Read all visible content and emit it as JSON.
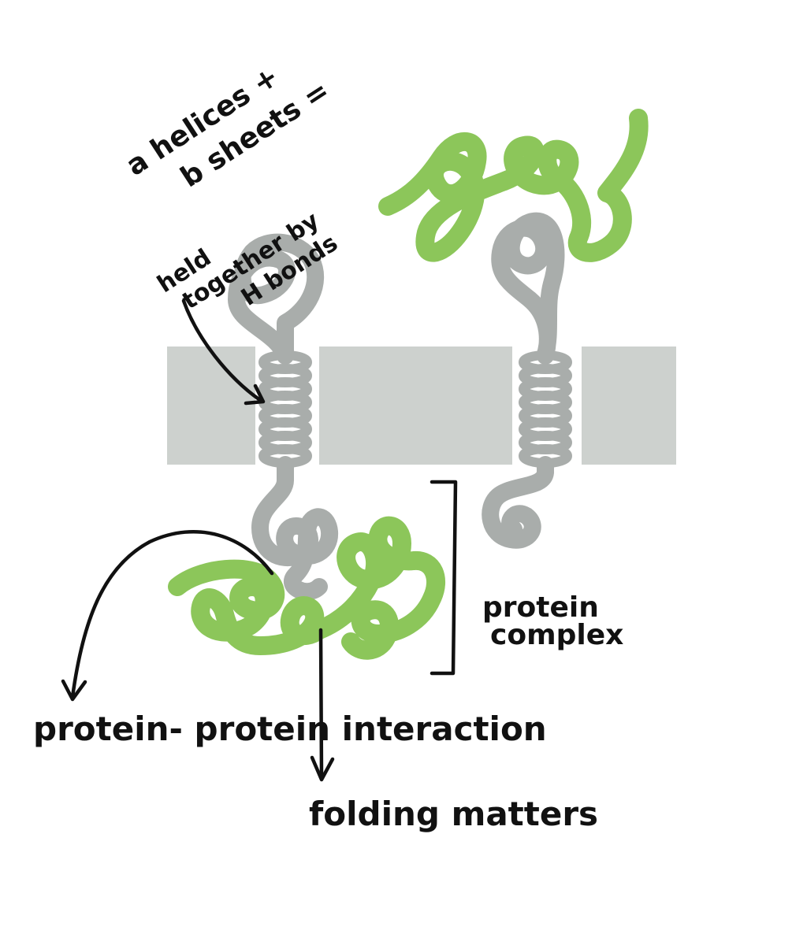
{
  "labels": {
    "alpha_beta_line1": "a helices +",
    "alpha_beta_line2": "b sheets =",
    "held_line1": "held",
    "held_line2": "together by",
    "held_line3": "H bonds",
    "complex_line1": "protein",
    "complex_line2": "complex",
    "ppi": "protein- protein interaction",
    "folding": "folding matters"
  },
  "colors": {
    "membrane": "#cdd1ce",
    "protein_gray": "#a9adab",
    "protein_green": "#8cc65a",
    "ink": "#111111"
  }
}
